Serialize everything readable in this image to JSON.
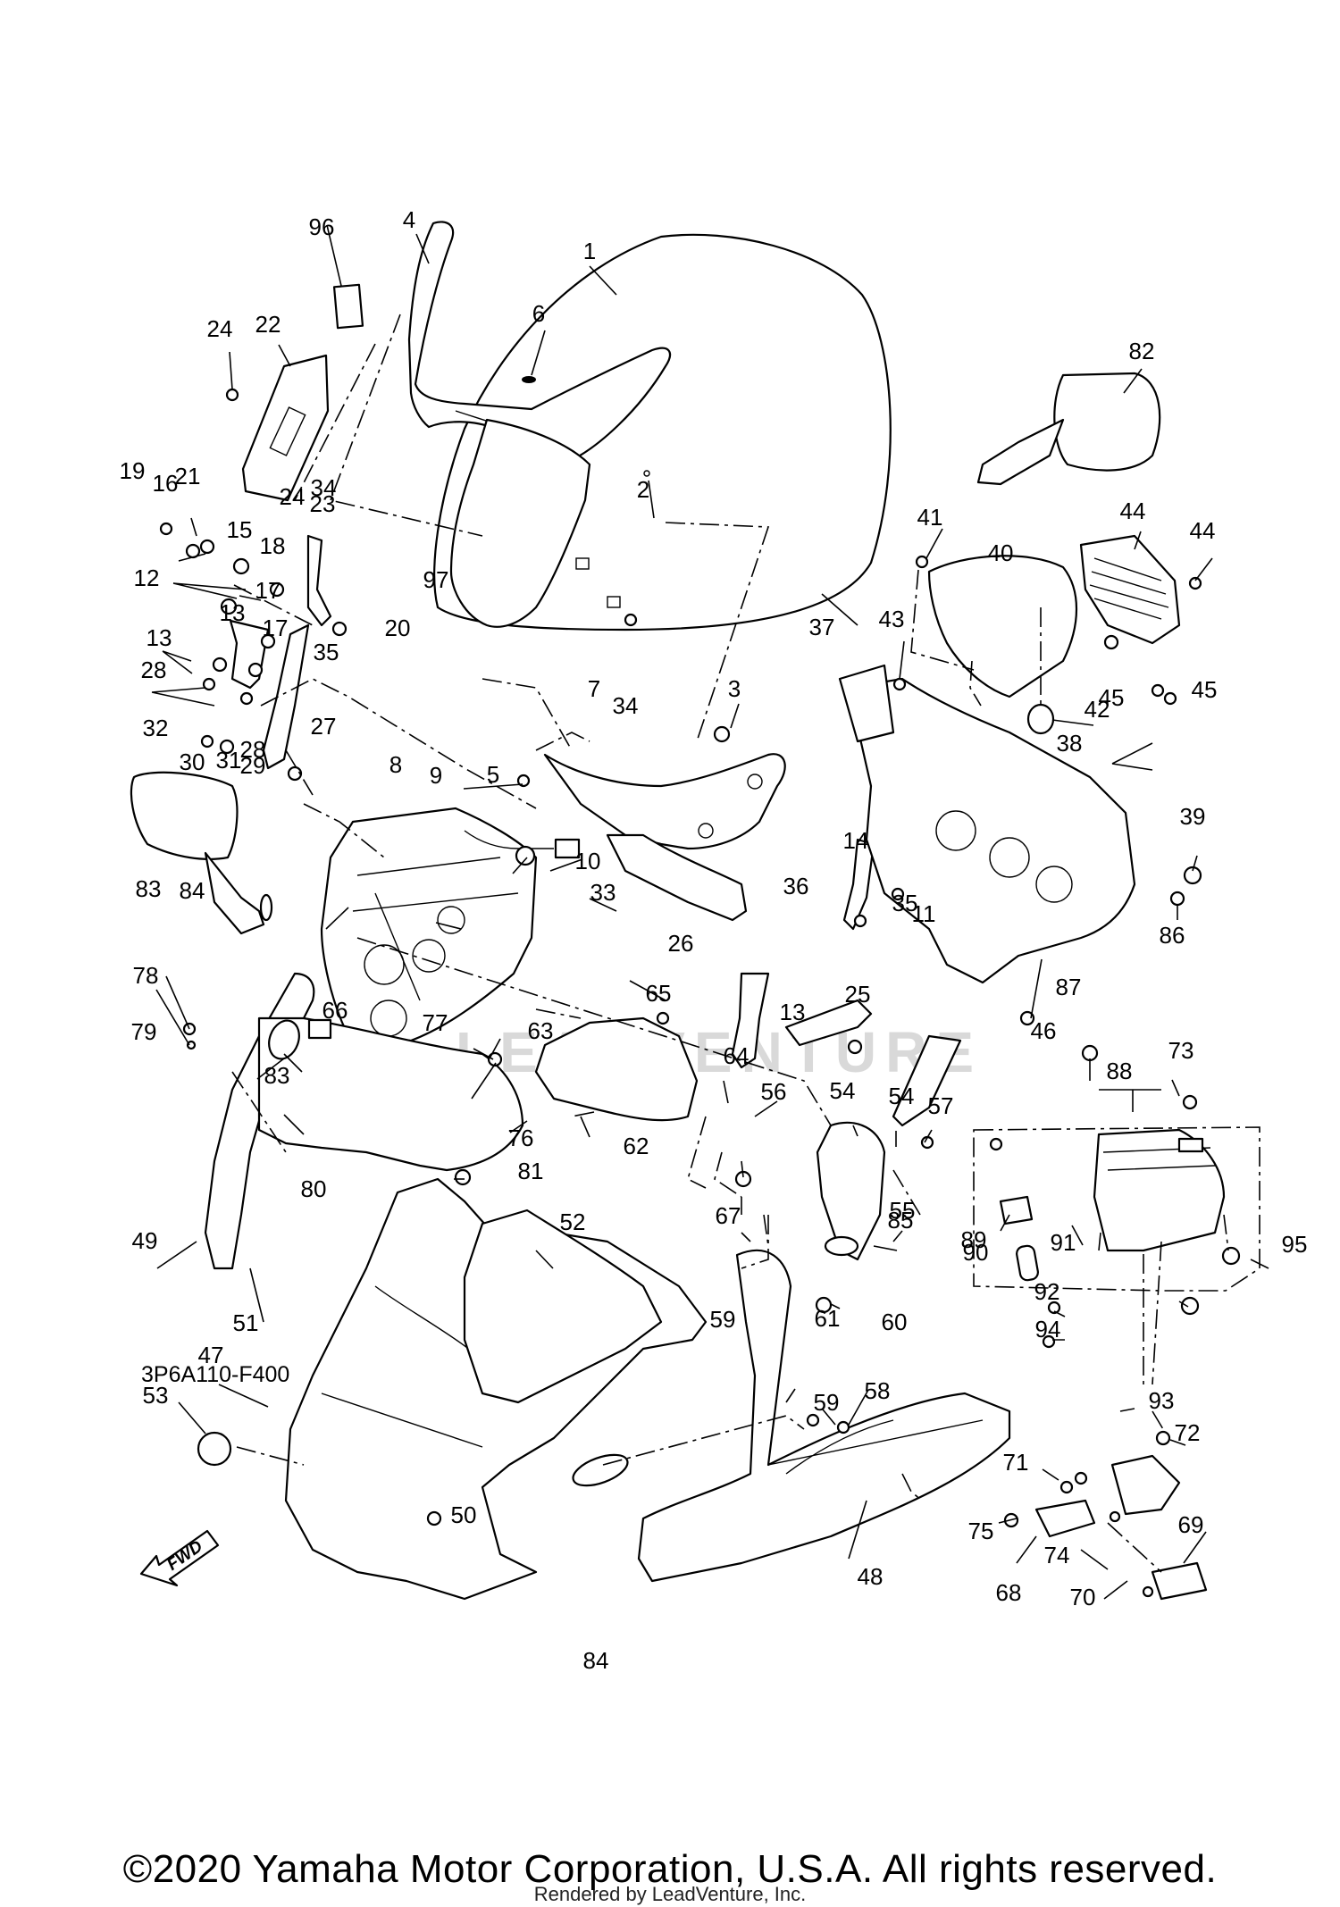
{
  "diagram": {
    "code": "3P6A110-F400",
    "fwd_label": "FWD",
    "watermark": "LEADVENTURE",
    "copyright": "©2020 Yamaha Motor Corporation, U.S.A. All rights reserved.",
    "rendered_by": "Rendered by LeadVenture, Inc.",
    "callouts": [
      {
        "n": "1"
      },
      {
        "n": "2"
      },
      {
        "n": "3"
      },
      {
        "n": "4"
      },
      {
        "n": "5"
      },
      {
        "n": "6"
      },
      {
        "n": "7"
      },
      {
        "n": "8"
      },
      {
        "n": "9"
      },
      {
        "n": "10"
      },
      {
        "n": "11"
      },
      {
        "n": "12"
      },
      {
        "n": "13"
      },
      {
        "n": "13"
      },
      {
        "n": "13"
      },
      {
        "n": "14"
      },
      {
        "n": "15"
      },
      {
        "n": "16"
      },
      {
        "n": "17"
      },
      {
        "n": "17"
      },
      {
        "n": "18"
      },
      {
        "n": "19"
      },
      {
        "n": "20"
      },
      {
        "n": "21"
      },
      {
        "n": "22"
      },
      {
        "n": "23"
      },
      {
        "n": "24"
      },
      {
        "n": "24"
      },
      {
        "n": "25"
      },
      {
        "n": "26"
      },
      {
        "n": "27"
      },
      {
        "n": "28"
      },
      {
        "n": "28"
      },
      {
        "n": "29"
      },
      {
        "n": "30"
      },
      {
        "n": "31"
      },
      {
        "n": "32"
      },
      {
        "n": "33"
      },
      {
        "n": "34"
      },
      {
        "n": "34"
      },
      {
        "n": "35"
      },
      {
        "n": "35"
      },
      {
        "n": "36"
      },
      {
        "n": "37"
      },
      {
        "n": "38"
      },
      {
        "n": "39"
      },
      {
        "n": "40"
      },
      {
        "n": "41"
      },
      {
        "n": "42"
      },
      {
        "n": "43"
      },
      {
        "n": "44"
      },
      {
        "n": "44"
      },
      {
        "n": "45"
      },
      {
        "n": "45"
      },
      {
        "n": "46"
      },
      {
        "n": "47"
      },
      {
        "n": "48"
      },
      {
        "n": "49"
      },
      {
        "n": "50"
      },
      {
        "n": "51"
      },
      {
        "n": "52"
      },
      {
        "n": "53"
      },
      {
        "n": "54"
      },
      {
        "n": "54"
      },
      {
        "n": "55"
      },
      {
        "n": "56"
      },
      {
        "n": "57"
      },
      {
        "n": "58"
      },
      {
        "n": "59"
      },
      {
        "n": "59"
      },
      {
        "n": "60"
      },
      {
        "n": "61"
      },
      {
        "n": "62"
      },
      {
        "n": "63"
      },
      {
        "n": "64"
      },
      {
        "n": "65"
      },
      {
        "n": "66"
      },
      {
        "n": "67"
      },
      {
        "n": "68"
      },
      {
        "n": "69"
      },
      {
        "n": "70"
      },
      {
        "n": "71"
      },
      {
        "n": "72"
      },
      {
        "n": "73"
      },
      {
        "n": "74"
      },
      {
        "n": "75"
      },
      {
        "n": "76"
      },
      {
        "n": "77"
      },
      {
        "n": "78"
      },
      {
        "n": "79"
      },
      {
        "n": "80"
      },
      {
        "n": "81"
      },
      {
        "n": "82"
      },
      {
        "n": "83"
      },
      {
        "n": "83"
      },
      {
        "n": "84"
      },
      {
        "n": "84"
      },
      {
        "n": "85"
      },
      {
        "n": "86"
      },
      {
        "n": "87"
      },
      {
        "n": "88"
      },
      {
        "n": "89"
      },
      {
        "n": "90"
      },
      {
        "n": "91"
      },
      {
        "n": "92"
      },
      {
        "n": "93"
      },
      {
        "n": "94"
      },
      {
        "n": "95"
      },
      {
        "n": "96"
      },
      {
        "n": "97"
      }
    ]
  }
}
